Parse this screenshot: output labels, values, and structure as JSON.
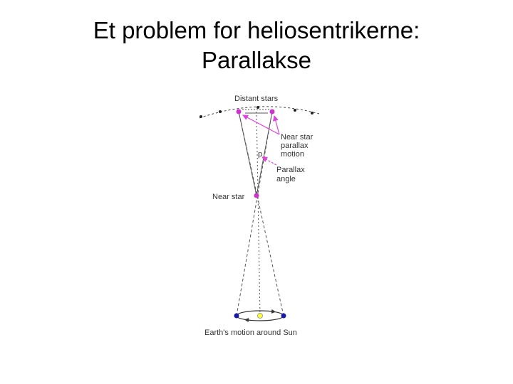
{
  "slide": {
    "title_line1": "Et problem for heliosentrikerne:",
    "title_line2": "Parallakse"
  },
  "diagram": {
    "labels": {
      "distant_stars": "Distant stars",
      "near_star_motion_1": "Near star",
      "near_star_motion_2": "parallax",
      "near_star_motion_3": "motion",
      "parallax_symbol": "p",
      "parallax_angle_1": "Parallax",
      "parallax_angle_2": "angle",
      "near_star": "Near star",
      "earth_motion": "Earth's motion around Sun"
    },
    "colors": {
      "near_star": "#cc33cc",
      "earth": "#1a1aa8",
      "sun": "#ffff33",
      "arrows": "#dd44dd",
      "lines": "#555555"
    }
  }
}
